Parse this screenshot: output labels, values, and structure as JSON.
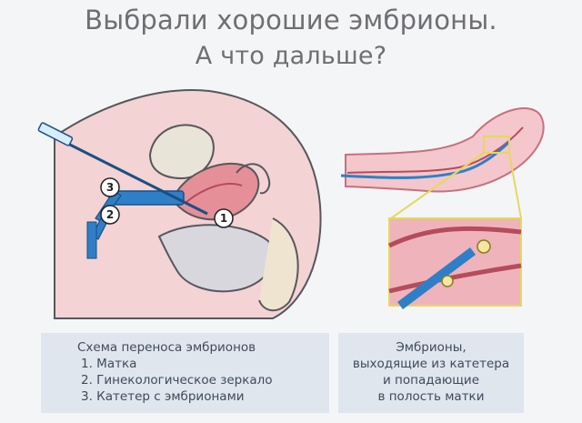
{
  "title": {
    "line1": "Выбрали хорошие эмбрионы.",
    "line2": "А что дальше?"
  },
  "markers": [
    "1",
    "2",
    "3"
  ],
  "caption_left": {
    "heading": "Схема переноса эмбрионов",
    "items": [
      "1. Матка",
      "2. Гинекологическое зеркало",
      "3. Катетер с эмбрионами"
    ]
  },
  "caption_right": {
    "lines": [
      "Эмбрионы,",
      "выходящие из катетера",
      "и попадающие",
      "в полость матки"
    ]
  },
  "colors": {
    "tissue": "#f1c7cb",
    "uterus": "#e58f98",
    "instrument": "#2f7fc8",
    "outline": "#56575c",
    "highlight": "#e6d85c"
  }
}
